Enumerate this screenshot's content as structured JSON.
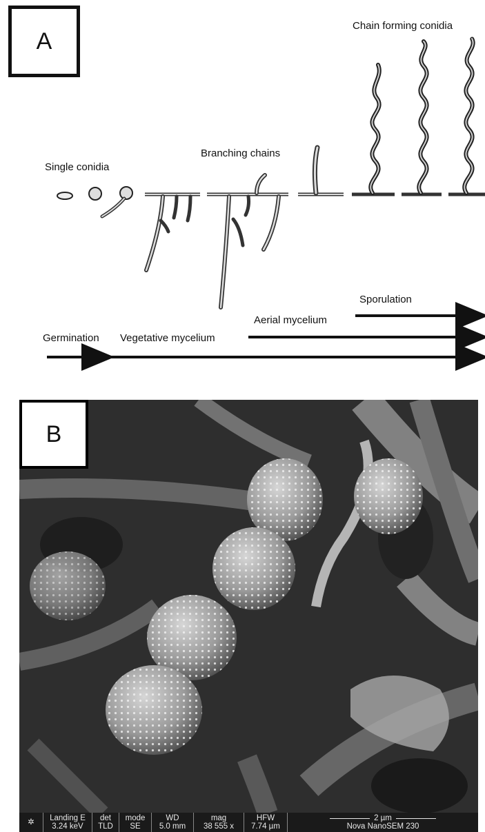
{
  "panel_a": {
    "letter": "A",
    "stages": {
      "single_conidia": "Single conidia",
      "branching_chains": "Branching chains",
      "chain_forming_conidia": "Chain forming conidia"
    },
    "arrows": {
      "sporulation": "Sporulation",
      "aerial_mycelium": "Aerial mycelium",
      "germination": "Germination",
      "vegetative_mycelium": "Vegetative mycelium"
    }
  },
  "panel_b": {
    "letter": "B",
    "sem_info": {
      "landing_label": "Landing E",
      "landing_value": "3.24 keV",
      "det_label": "det",
      "det_value": "TLD",
      "mode_label": "mode",
      "mode_value": "SE",
      "wd_label": "WD",
      "wd_value": "5.0 mm",
      "mag_label": "mag",
      "mag_value": "38 555 x",
      "hfw_label": "HFW",
      "hfw_value": "7.74 µm",
      "scale_label": "2 µm",
      "instrument": "Nova NanoSEM 230"
    }
  }
}
